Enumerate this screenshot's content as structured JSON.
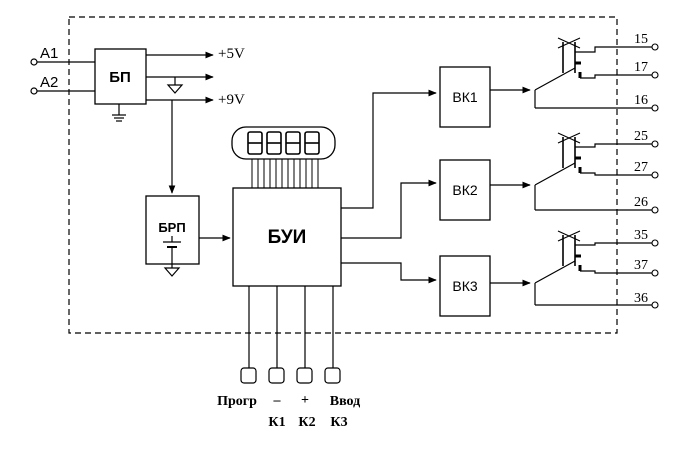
{
  "inputs": {
    "a1": "A1",
    "a2": "A2"
  },
  "blocks": {
    "bp": "БП",
    "brp": "БРП",
    "bui": "БУИ",
    "vk1": "ВК1",
    "vk2": "ВК2",
    "vk3": "ВК3"
  },
  "power_outputs": {
    "plus5": "+5V",
    "plus9": "+9V"
  },
  "relays": [
    {
      "t1": "15",
      "t2": "17",
      "t3": "16"
    },
    {
      "t1": "25",
      "t2": "27",
      "t3": "26"
    },
    {
      "t1": "35",
      "t2": "37",
      "t3": "36"
    }
  ],
  "buttons": {
    "prog": "Прогр",
    "minus": "–",
    "plus": "+",
    "enter": "Ввод",
    "k1": "К1",
    "k2": "К2",
    "k3": "К3"
  }
}
